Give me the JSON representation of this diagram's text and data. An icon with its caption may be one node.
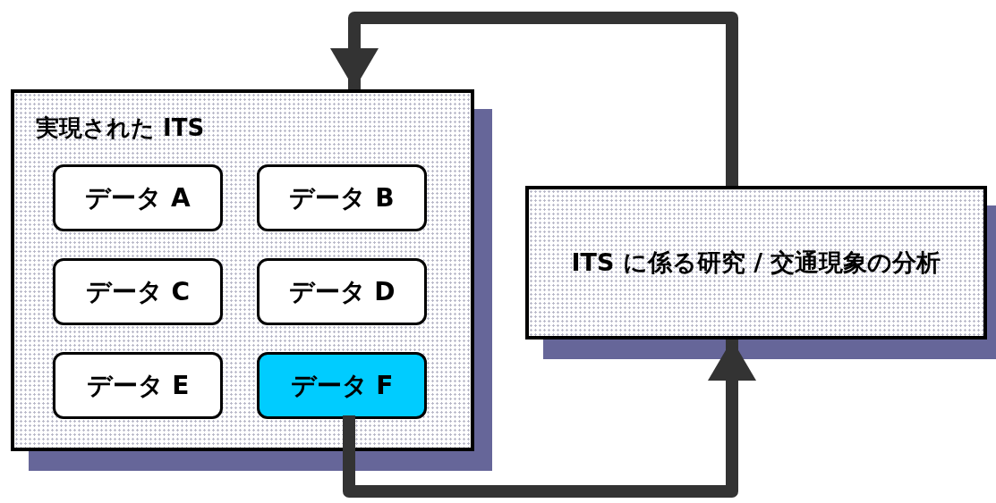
{
  "diagram": {
    "nodes": [
      {
        "text": [
          "実現された ITS"
        ]
      },
      {
        "text": [
          "データ A"
        ],
        "in": 0
      },
      {
        "text": [
          "データ B"
        ],
        "in": 0
      },
      {
        "text": [
          "データ C"
        ],
        "in": 0
      },
      {
        "text": [
          "データ D"
        ],
        "in": 0
      },
      {
        "text": [
          "データ E"
        ],
        "in": 0
      },
      {
        "text": [
          "データ F"
        ],
        "in": 0
      },
      {
        "text": [
          "ITS に係る研究 / 交通現象の分析"
        ]
      }
    ],
    "edges": [
      {
        "from": 6,
        "to": 7,
        "arrow": "to"
      },
      {
        "from": 7,
        "to": 0,
        "arrow": "to"
      }
    ]
  }
}
